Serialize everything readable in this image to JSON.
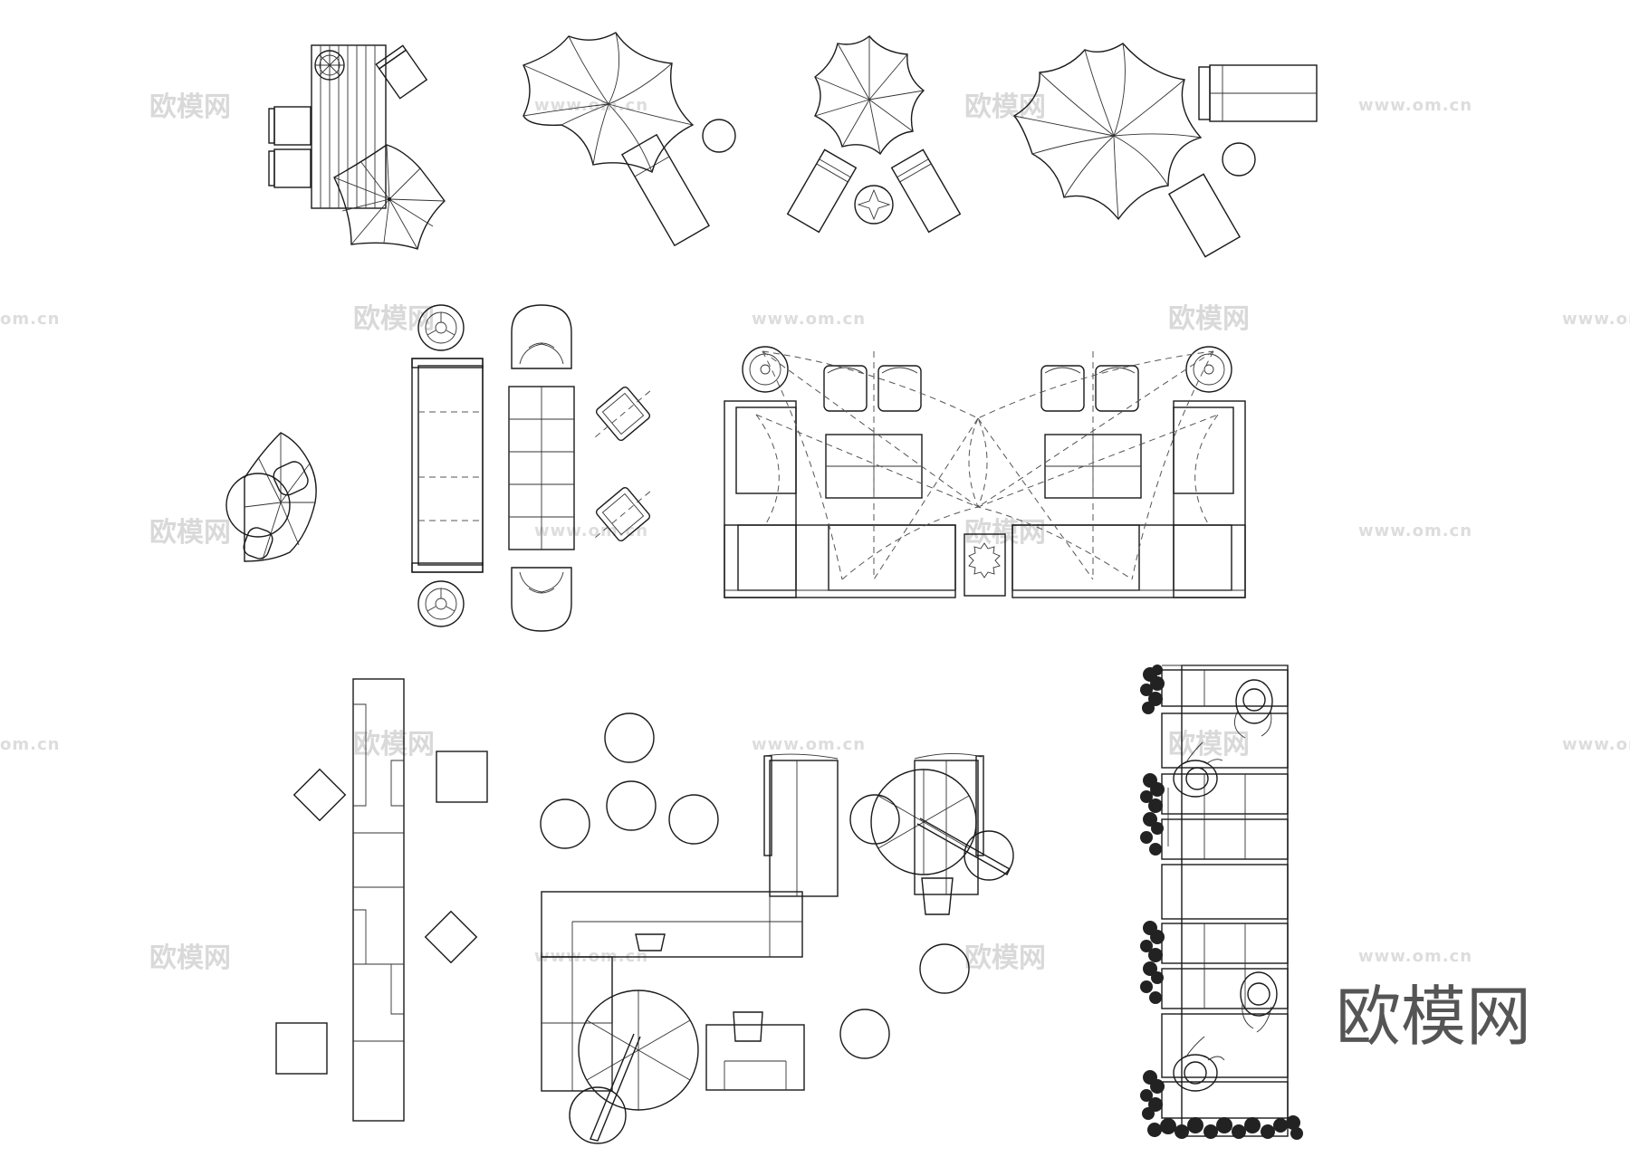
{
  "watermark": {
    "brand_text": "欧模网",
    "url_text": "www.om.cn",
    "url_text_partial": "om.cn"
  },
  "brand_logo": {
    "text": "欧模网",
    "color": "#555555"
  },
  "colors": {
    "line": "#1a1a1a",
    "watermark": "#d9d9d9",
    "background": "#ffffff"
  }
}
